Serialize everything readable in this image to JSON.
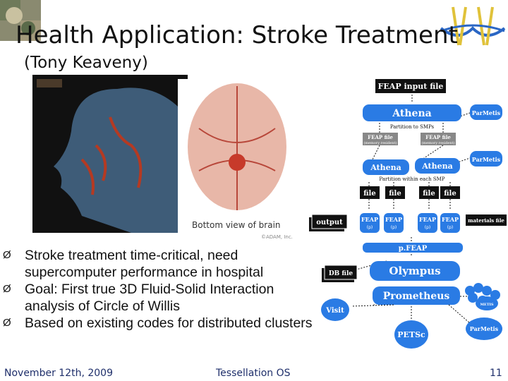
{
  "slide": {
    "title": "Health Application: Stroke Treatment",
    "subtitle": "(Tony Keaveny)",
    "bullets": [
      "Stroke treatment time-critical, need supercomputer performance in hospital",
      "Goal: First true 3D Fluid-Solid Interaction analysis of Circle of Willis",
      "Based on existing codes for distributed clusters"
    ],
    "bullet_marker": "Ø"
  },
  "figures": {
    "brain_caption": "Bottom view of brain",
    "brain_credit": "©ADAM, Inc."
  },
  "diagram": {
    "feap_input": "FEAP input file",
    "athena_top": "Athena",
    "parmetis_top": "ParMetis",
    "partition_smps": "Partition to SMPs",
    "feap_file": "FEAP file",
    "memory_resident": "(memory resident)",
    "athena_left": "Athena",
    "athena_right": "Athena",
    "parmetis_mid": "ParMetis",
    "partition_within": "Partition within each SMP",
    "file": "file",
    "output": "output",
    "feap": "FEAP",
    "p_label": "(p)",
    "material_file": "materials file",
    "pfeap": "p.FEAP",
    "db_file": "DB file",
    "olympus": "Olympus",
    "visit": "Visit",
    "prometheus": "Prometheus",
    "metis": "METIS",
    "petsc": "PETSc",
    "parmetis_bottom": "ParMetis"
  },
  "footer": {
    "date": "November 12th, 2009",
    "center": "Tessellation OS",
    "page": "11"
  },
  "colors": {
    "box_blue": "#2a7be4",
    "box_dark": "#111111",
    "footer_text": "#1f2f6b"
  }
}
